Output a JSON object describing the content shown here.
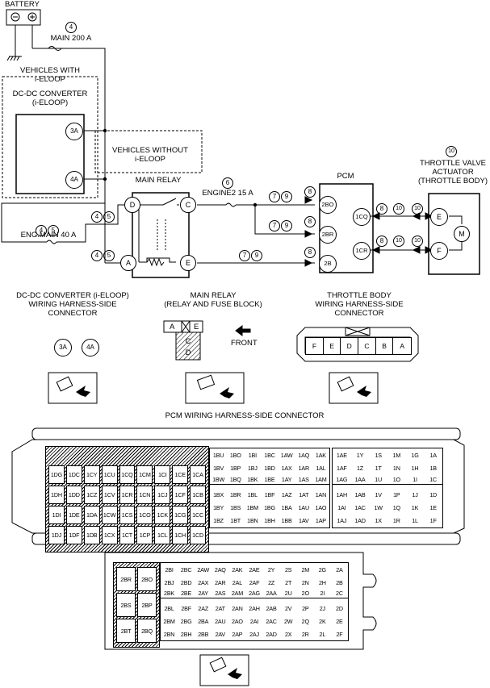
{
  "labels": {
    "battery": "BATTERY",
    "main_fuse": "MAIN 200 A",
    "vehicles_with": "VEHICLES WITH",
    "ieloop": "i-ELOOP",
    "dcdc": "DC-DC CONVERTER",
    "dcdc_sub": "(i-ELOOP)",
    "vehicles_without": "VEHICLES WITHOUT",
    "main_relay": "MAIN RELAY",
    "engine2": "ENGINE2  15 A",
    "eng_main": "ENG.MAIN 40 A",
    "pcm": "PCM",
    "throttle_1": "THROTTLE VALVE",
    "throttle_2": "ACTUATOR",
    "throttle_3": "(THROTTLE BODY)",
    "motor": "M",
    "front": "FRONT"
  },
  "circled_numbers": {
    "n4": "4",
    "n5": "5",
    "n6": "6",
    "n7": "7",
    "n8": "8",
    "n9": "9",
    "n10": "10"
  },
  "terminals": {
    "t3a": "3A",
    "t4a": "4A",
    "d": "D",
    "c": "C",
    "a": "A",
    "e": "E",
    "t2bo": "2BO",
    "t2br": "2BR",
    "t2b": "2B",
    "t1cq": "1CQ",
    "t1cr": "1CR",
    "te": "E",
    "tf": "F"
  },
  "connector_titles": {
    "dcdc": [
      "DC-DC CONVERTER (i-ELOOP)",
      "WIRING HARNESS-SIDE",
      "CONNECTOR"
    ],
    "relay": [
      "MAIN RELAY",
      "(RELAY AND FUSE BLOCK)"
    ],
    "throttle": [
      "THROTTLE BODY",
      "WIRING HARNESS-SIDE",
      "CONNECTOR"
    ],
    "pcm": "PCM WIRING HARNESS-SIDE CONNECTOR"
  },
  "dcdc_pins": [
    "3A",
    "4A"
  ],
  "relay_pins": {
    "a": "A",
    "e": "E",
    "c": "C",
    "d": "D"
  },
  "throttle_pins": [
    "F",
    "E",
    "D",
    "C",
    "B",
    "A"
  ],
  "pcm1": {
    "left": [
      [
        "1DG",
        "1DC",
        "1CY",
        "1CU",
        "1CQ",
        "1CM",
        "1CI",
        "1CE",
        "1CA"
      ],
      [
        "1DH",
        "1DD",
        "1CZ",
        "1CV",
        "1CR",
        "1CN",
        "1CJ",
        "1CF",
        "1CB"
      ],
      [
        "1DI",
        "1DE",
        "1DA",
        "1CW",
        "1CS",
        "1CO",
        "1CK",
        "1CG",
        "1CC"
      ],
      [
        "1DJ",
        "1DF",
        "1DB",
        "1CX",
        "1CT",
        "1CP",
        "1CL",
        "1CH",
        "1CD"
      ]
    ],
    "mid": [
      [
        "1BU",
        "1BO",
        "1BI",
        "1BC",
        "1AW",
        "1AQ",
        "1AK"
      ],
      [
        "1BV",
        "1BP",
        "1BJ",
        "1BD",
        "1AX",
        "1AR",
        "1AL"
      ],
      [
        "1BW",
        "1BQ",
        "1BK",
        "1BE",
        "1AY",
        "1AS",
        "1AM"
      ],
      [
        "1BX",
        "1BR",
        "1BL",
        "1BF",
        "1AZ",
        "1AT",
        "1AN"
      ],
      [
        "1BY",
        "1BS",
        "1BM",
        "1BG",
        "1BA",
        "1AU",
        "1AO"
      ],
      [
        "1BZ",
        "1BT",
        "1BN",
        "1BH",
        "1BB",
        "1AV",
        "1AP"
      ]
    ],
    "right": [
      [
        "1AE",
        "1Y",
        "1S",
        "1M",
        "1G",
        "1A"
      ],
      [
        "1AF",
        "1Z",
        "1T",
        "1N",
        "1H",
        "1B"
      ],
      [
        "1AG",
        "1AA",
        "1U",
        "1O",
        "1I",
        "1C"
      ],
      [
        "1AH",
        "1AB",
        "1V",
        "1P",
        "1J",
        "1D"
      ],
      [
        "1AI",
        "1AC",
        "1W",
        "1Q",
        "1K",
        "1E"
      ],
      [
        "1AJ",
        "1AD",
        "1X",
        "1R",
        "1L",
        "1F"
      ]
    ]
  },
  "pcm2": {
    "left": [
      [
        "2BR",
        "2BO"
      ],
      [
        "2BS",
        "2BP"
      ],
      [
        "2BT",
        "2BQ"
      ]
    ],
    "right": [
      [
        "2BI",
        "2BC",
        "2AW",
        "2AQ",
        "2AK",
        "2AE",
        "2Y",
        "2S",
        "2M",
        "2G",
        "2A"
      ],
      [
        "2BJ",
        "2BD",
        "2AX",
        "2AR",
        "2AL",
        "2AF",
        "2Z",
        "2T",
        "2N",
        "2H",
        "2B"
      ],
      [
        "2BK",
        "2BE",
        "2AY",
        "2AS",
        "2AM",
        "2AG",
        "2AA",
        "2U",
        "2O",
        "2I",
        "2C"
      ],
      [
        "2BL",
        "2BF",
        "2AZ",
        "2AT",
        "2AN",
        "2AH",
        "2AB",
        "2V",
        "2P",
        "2J",
        "2D"
      ],
      [
        "2BM",
        "2BG",
        "2BA",
        "2AU",
        "2AO",
        "2AI",
        "2AC",
        "2W",
        "2Q",
        "2K",
        "2E"
      ],
      [
        "2BN",
        "2BH",
        "2BB",
        "2AV",
        "2AP",
        "2AJ",
        "2AD",
        "2X",
        "2R",
        "2L",
        "2F"
      ]
    ]
  }
}
